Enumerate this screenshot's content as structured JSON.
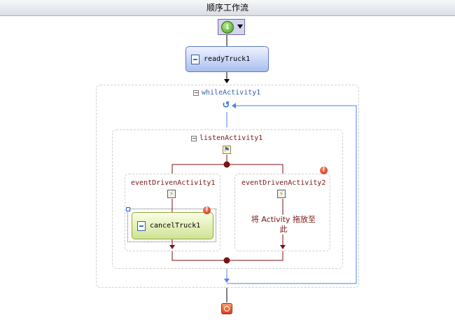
{
  "header": {
    "title": "顺序工作流"
  },
  "start": {
    "icon": "start-arrow-icon",
    "menu_icon": "dropdown-triangle-icon"
  },
  "activities": {
    "ready": "readyTruck1",
    "cancel": "cancelTruck1"
  },
  "containers": {
    "while": "whileActivity1",
    "listen": "listenActivity1",
    "event1": "eventDrivenActivity1",
    "event2": "eventDrivenActivity2"
  },
  "drop_hint": "将 Activity 拖放至此",
  "icons": {
    "collapse": "−",
    "loop": "↺",
    "listen": "⚑",
    "event": "⚡",
    "warn": "!"
  },
  "colors": {
    "flow_dark": "#7a1212",
    "flow_blue": "#4a86e8",
    "ready_fill": "#a9bff0",
    "cancel_fill": "#cfe393"
  }
}
